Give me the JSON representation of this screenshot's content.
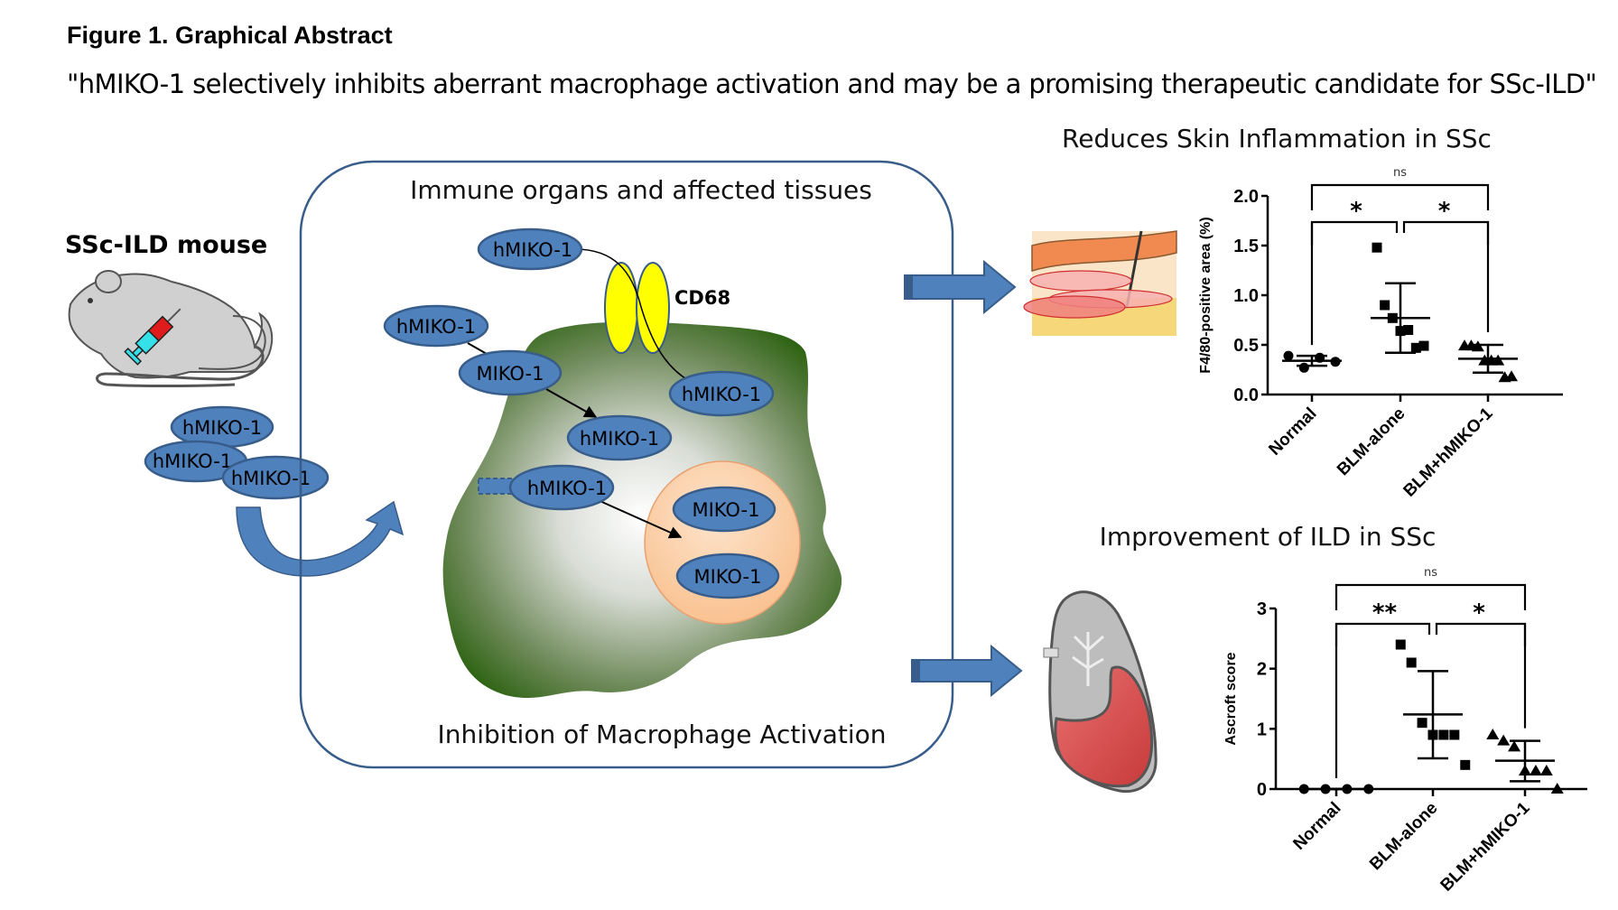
{
  "header": {
    "title": "Figure 1. Graphical Abstract",
    "quote": "\"hMIKO-1 selectively inhibits aberrant macrophage activation and may be a promising therapeutic candidate for SSc-ILD\""
  },
  "left_panel": {
    "label": "SSc-ILD mouse",
    "molecules": [
      "hMIKO-1",
      "hMIKO-1",
      "hMIKO-1"
    ]
  },
  "center_panel": {
    "top_label": "Immune organs and affected tissues",
    "bottom_label": "Inhibition of Macrophage Activation",
    "receptor_label": "CD68",
    "molecules": {
      "outer_top": "hMIKO-1",
      "outer_left": "hMIKO-1",
      "cleaved": "MIKO-1",
      "inside_right": "hMIKO-1",
      "inside_mid": "hMIKO-1",
      "inside_low": "hMIKO-1",
      "nucleus_top": "MIKO-1",
      "nucleus_bottom": "MIKO-1"
    }
  },
  "colors": {
    "molecule_fill": "#4f81bd",
    "molecule_stroke": "#385d8a",
    "cell_green": "#3a6e1e",
    "receptor_yellow": "#ffff00",
    "nucleus_peach": "#fbcfa5",
    "arrow_blue": "#4f81bd",
    "lung_red": "#e05a5a"
  },
  "chart_data": [
    {
      "type": "scatter",
      "title": "Reduces Skin Inflammation in SSc",
      "ylabel": "F4/80-positive area (%)",
      "xlabel": "",
      "categories": [
        "Normal",
        "BLM-alone",
        "BLM+hMIKO-1"
      ],
      "ylim": [
        0,
        2.0
      ],
      "yticks": [
        "0.0",
        "0.5",
        "1.0",
        "1.5",
        "2.0"
      ],
      "ytick_values": [
        0,
        0.5,
        1.0,
        1.5,
        2.0
      ],
      "series": [
        {
          "name": "Normal",
          "marker": "circle",
          "values": [
            0.39,
            0.27,
            0.37,
            0.33
          ],
          "mean": 0.34,
          "sd_low": 0.29,
          "sd_high": 0.39
        },
        {
          "name": "BLM-alone",
          "marker": "square",
          "values": [
            1.48,
            0.9,
            0.77,
            0.64,
            0.65,
            0.47,
            0.49
          ],
          "mean": 0.77,
          "sd_low": 0.42,
          "sd_high": 1.12
        },
        {
          "name": "BLM+hMIKO-1",
          "marker": "triangle",
          "values": [
            0.49,
            0.49,
            0.48,
            0.34,
            0.34,
            0.34,
            0.17,
            0.18
          ],
          "mean": 0.36,
          "sd_low": 0.22,
          "sd_high": 0.5
        }
      ],
      "significance": [
        {
          "from": "Normal",
          "to": "BLM+hMIKO-1",
          "label": "ns"
        },
        {
          "from": "Normal",
          "to": "BLM-alone",
          "label": "*"
        },
        {
          "from": "BLM-alone",
          "to": "BLM+hMIKO-1",
          "label": "*"
        }
      ]
    },
    {
      "type": "scatter",
      "title": "Improvement of ILD in SSc",
      "ylabel": "Ascroft score",
      "xlabel": "",
      "categories": [
        "Normal",
        "BLM-alone",
        "BLM+hMIKO-1"
      ],
      "ylim": [
        0,
        3
      ],
      "yticks": [
        "0",
        "1",
        "2",
        "3"
      ],
      "ytick_values": [
        0,
        1,
        2,
        3
      ],
      "series": [
        {
          "name": "Normal",
          "marker": "circle",
          "values": [
            0,
            0,
            0,
            0
          ],
          "mean": 0,
          "sd_low": 0,
          "sd_high": 0
        },
        {
          "name": "BLM-alone",
          "marker": "square",
          "values": [
            2.4,
            2.1,
            1.1,
            0.9,
            0.9,
            0.9,
            0.4
          ],
          "mean": 1.24,
          "sd_low": 0.51,
          "sd_high": 1.96
        },
        {
          "name": "BLM+hMIKO-1",
          "marker": "triangle",
          "values": [
            0.9,
            0.8,
            0.7,
            0.3,
            0.3,
            0.3,
            0.0
          ],
          "mean": 0.47,
          "sd_low": 0.13,
          "sd_high": 0.8
        }
      ],
      "significance": [
        {
          "from": "Normal",
          "to": "BLM+hMIKO-1",
          "label": "ns"
        },
        {
          "from": "Normal",
          "to": "BLM-alone",
          "label": "**"
        },
        {
          "from": "BLM-alone",
          "to": "BLM+hMIKO-1",
          "label": "*"
        }
      ]
    }
  ]
}
